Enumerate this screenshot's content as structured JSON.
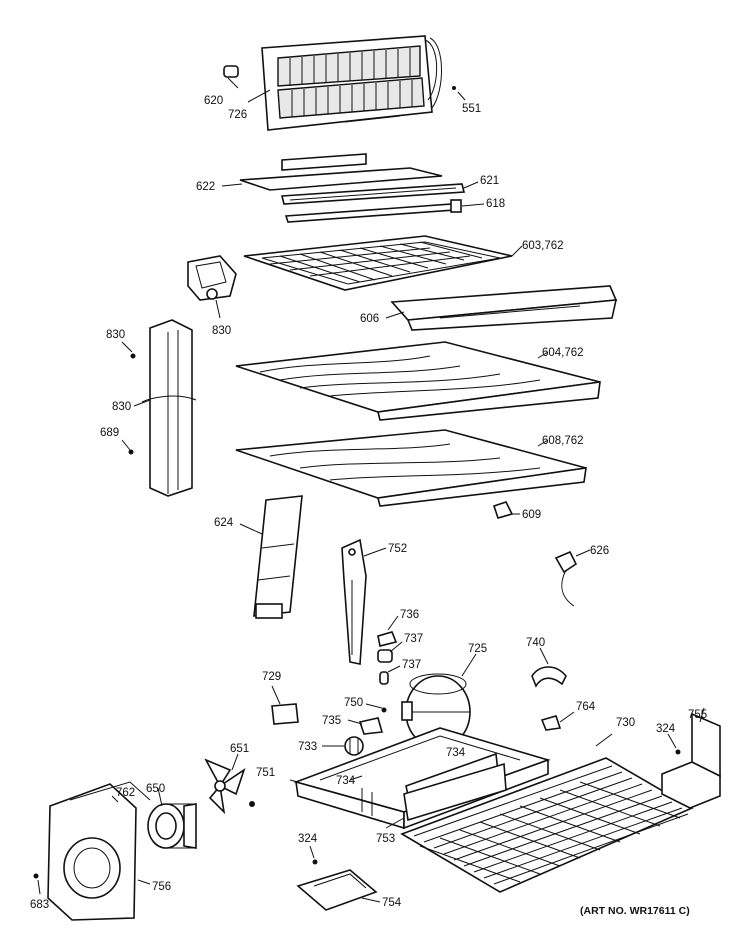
{
  "labels": {
    "l620": "620",
    "l726": "726",
    "l551": "551",
    "l622": "622",
    "l621": "621",
    "l618": "618",
    "l603": "603,762",
    "l830a": "830",
    "l606": "606",
    "l830b": "830",
    "l604": "604,762",
    "l830c": "830",
    "l689": "689",
    "l608": "608,762",
    "l609": "609",
    "l624": "624",
    "l752": "752",
    "l626": "626",
    "l736": "736",
    "l737a": "737",
    "l740": "740",
    "l725": "725",
    "l737b": "737",
    "l729": "729",
    "l750": "750",
    "l764": "764",
    "l730": "730",
    "l324a": "324",
    "l755": "755",
    "l735": "735",
    "l733": "733",
    "l734a": "734",
    "l651": "651",
    "l751": "751",
    "l734b": "734",
    "l762": "762",
    "l650": "650",
    "l753": "753",
    "l324b": "324",
    "l756": "756",
    "l683": "683",
    "l754": "754"
  },
  "art_number": "(ART NO. WR17611 C)"
}
